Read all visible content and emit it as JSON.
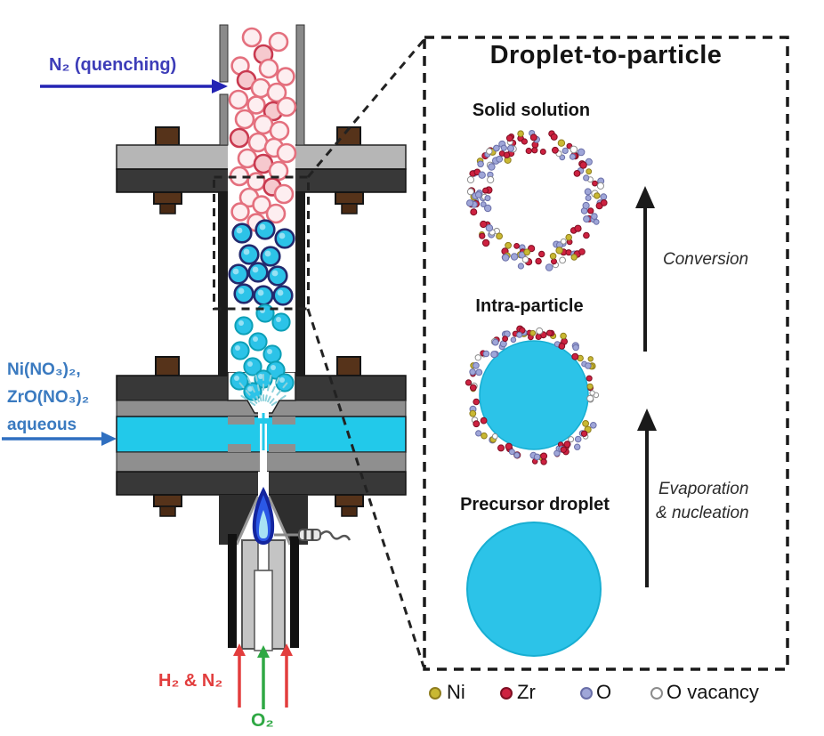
{
  "figure": {
    "description": "Flame spray pyrolysis reactor with droplet-to-particle conversion mechanism"
  },
  "reactor": {
    "quench_label": "N₂ (quenching)",
    "precursor_label_lines": [
      "Ni(NO₃)₂,",
      "ZrO(NO₃)₂",
      "aqueous"
    ],
    "fuel_label": "H₂ & N₂",
    "oxidizer_label": "O₂"
  },
  "panel": {
    "title": "Droplet-to-particle",
    "stage_solid_solution": "Solid solution",
    "stage_intra_particle": "Intra-particle",
    "stage_precursor_droplet": "Precursor droplet",
    "arrow_conversion": "Conversion",
    "arrow_evaporation_line1": "Evaporation",
    "arrow_evaporation_line2": "& nucleation"
  },
  "legend": {
    "items": [
      {
        "label": "Ni",
        "color": "#c9b832",
        "stroke": "#8f7d1e"
      },
      {
        "label": "Zr",
        "color": "#cd2140",
        "stroke": "#7e0f23"
      },
      {
        "label": "O",
        "color": "#9fa6d8",
        "stroke": "#6a6fa8"
      },
      {
        "label": "O vacancy",
        "color": "#ffffff",
        "stroke": "#8c8c8c"
      }
    ]
  },
  "colors": {
    "droplet_cyan": "#2cc3e8",
    "liquid_channel": "#22c9ea",
    "particle_pink_fill": "#fdeef0",
    "particle_pink_stroke": "#e4707e",
    "quench_text": "#3d3db8",
    "quench_arrow": "#2424b4",
    "precursor_text": "#3a7ac0",
    "precursor_arrow": "#2f6fc0",
    "fuel_red": "#e23d3d",
    "oxidizer_green": "#2fa844",
    "flame_outer": "#14259e",
    "flame_mid": "#2b58e6",
    "flame_core": "#a8e2f4"
  }
}
